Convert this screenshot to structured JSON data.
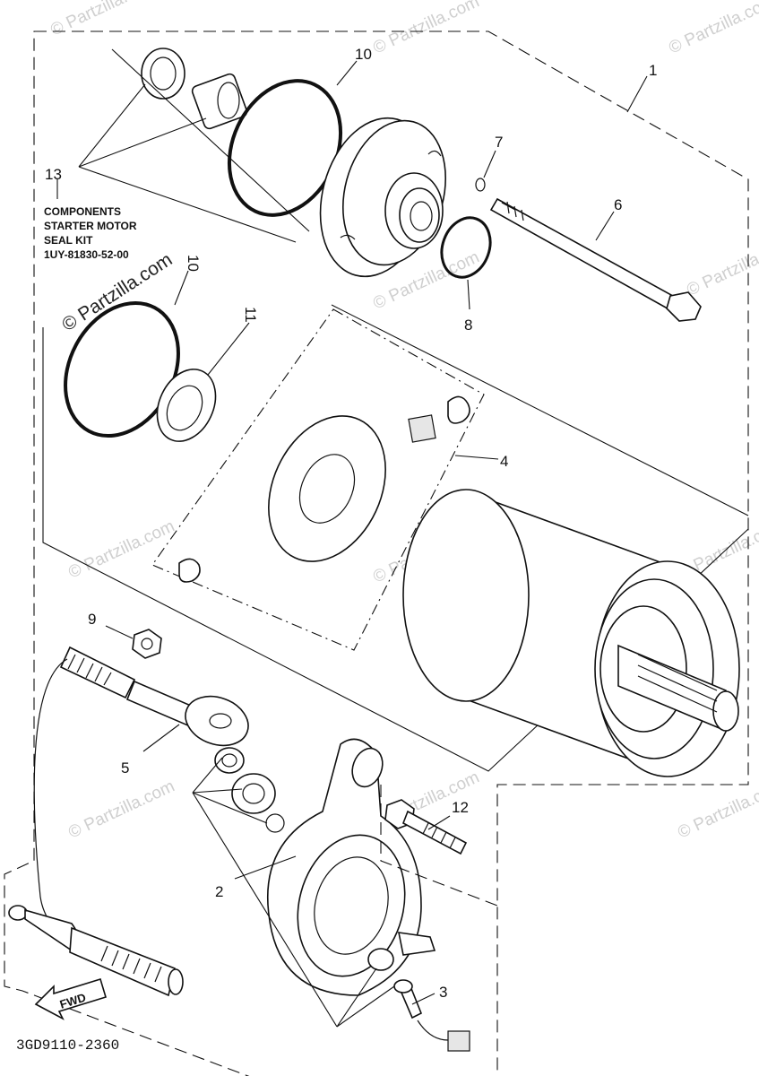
{
  "diagram": {
    "watermark": "© Partzilla.com",
    "drawing_code": "3GD9110-2360",
    "kit_note": [
      "COMPONENTS",
      "STARTER MOTOR",
      "SEAL KIT",
      "1UY-81830-52-00"
    ],
    "fwd_label": "FWD",
    "callouts": {
      "c1": "1",
      "c2": "2",
      "c3": "3",
      "c4": "4",
      "c5": "5",
      "c6": "6",
      "c7": "7",
      "c8": "8",
      "c9": "9",
      "c10a": "10",
      "c10b": "10",
      "c11": "11",
      "c12": "12",
      "c13": "13"
    }
  }
}
